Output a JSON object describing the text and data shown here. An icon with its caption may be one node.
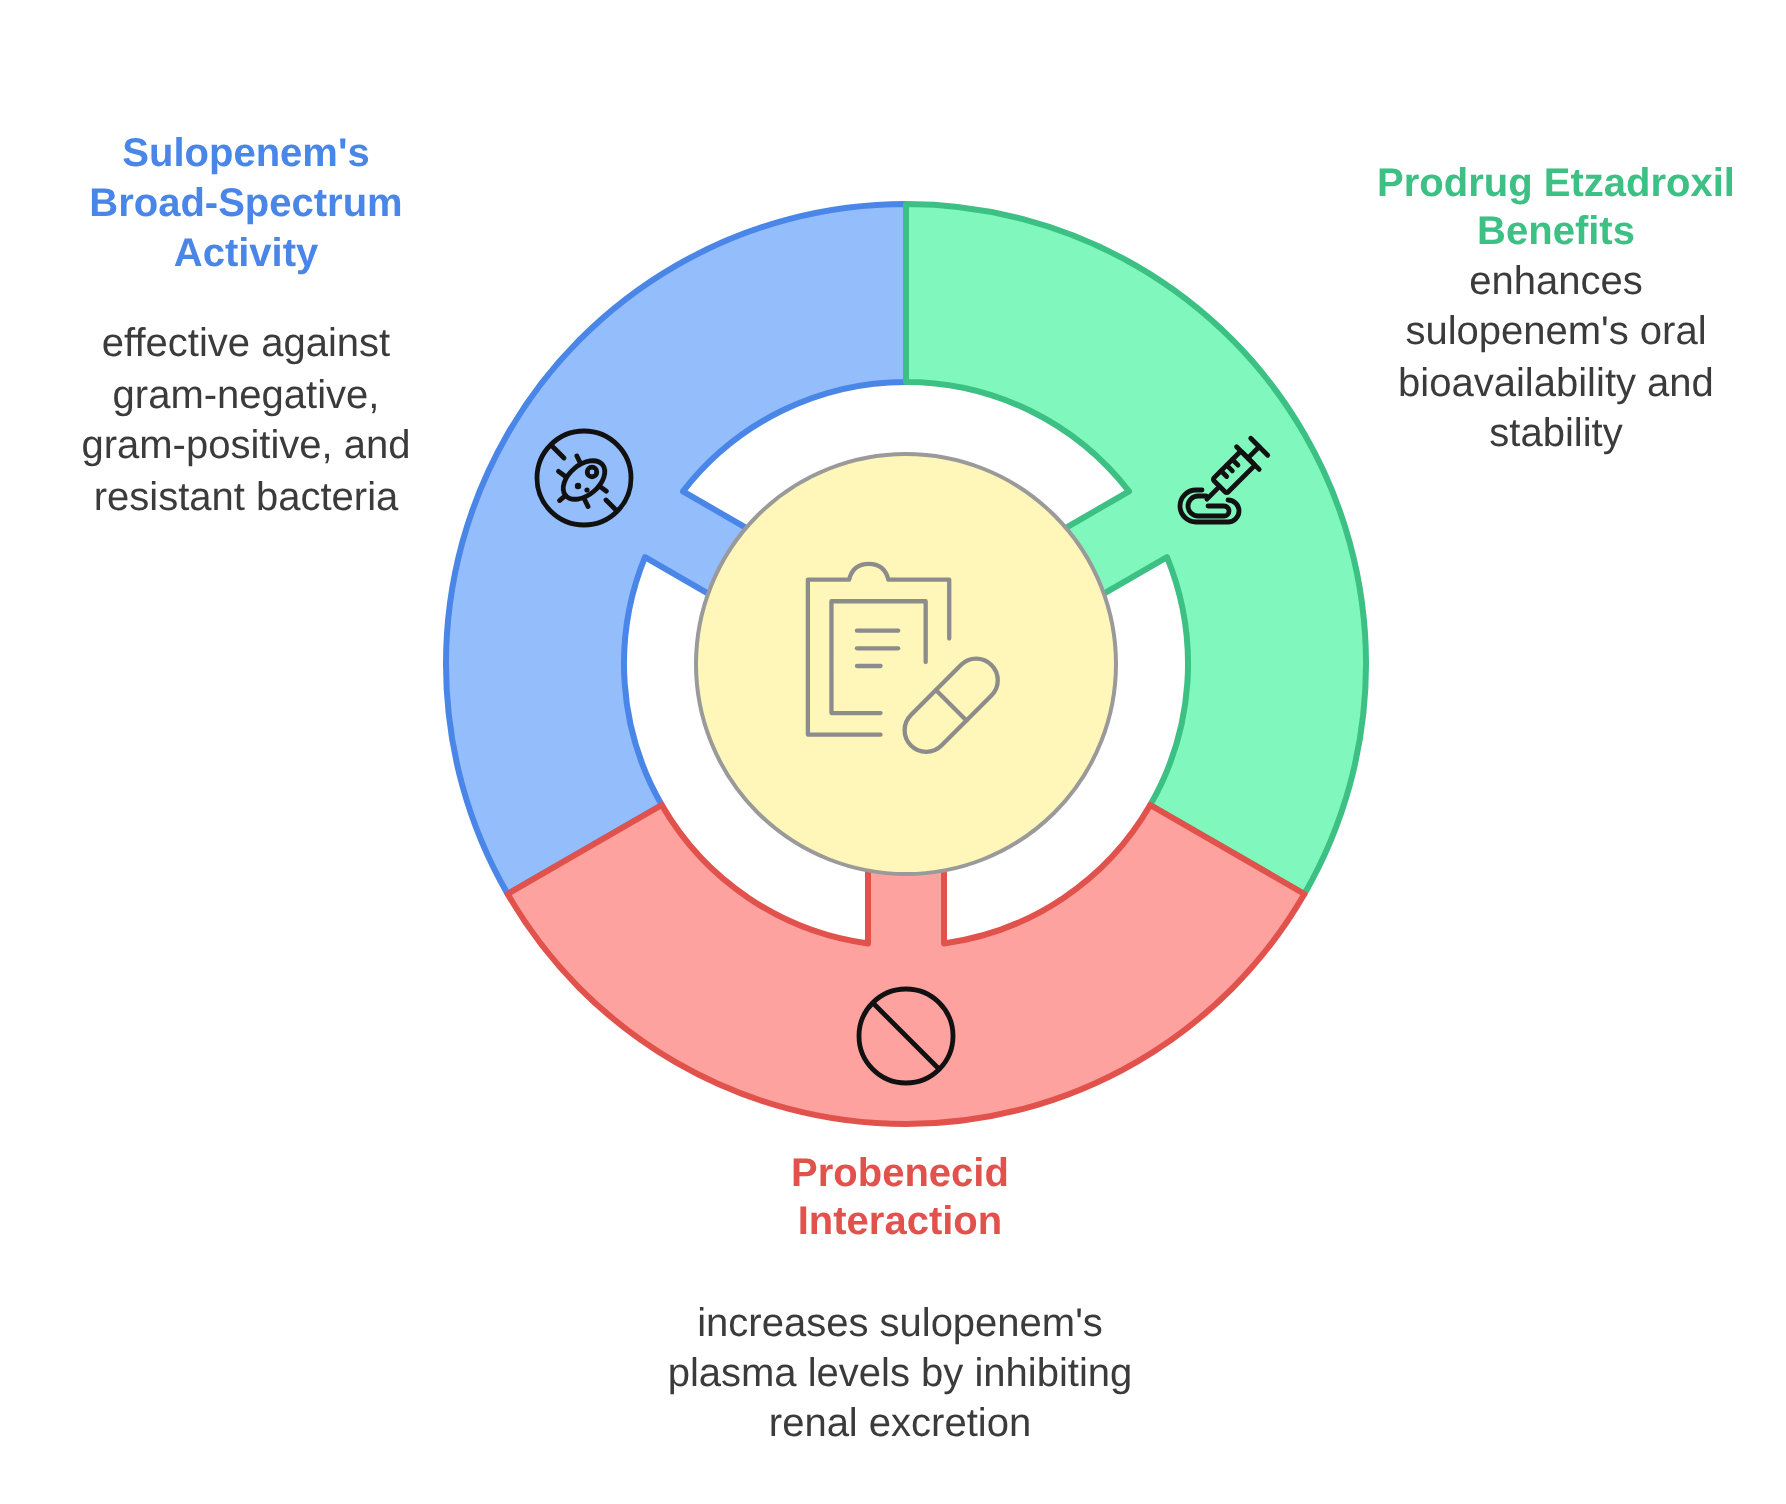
{
  "diagram": {
    "nodes": [
      {
        "text": [
          "Sulopenem's Broad-Spectrum Activity",
          "effective against gram-negative, gram-positive, and resistant bacteria"
        ]
      },
      {
        "text": [
          "Prodrug Etzadroxil Benefits",
          "enhances sulopenem's oral bioavailability and stability"
        ]
      },
      {
        "text": [
          "Probenecid Interaction",
          "increases sulopenem's plasma levels by inhibiting renal excretion"
        ]
      },
      {
        "text": [],
        "shape": "circle"
      }
    ]
  }
}
